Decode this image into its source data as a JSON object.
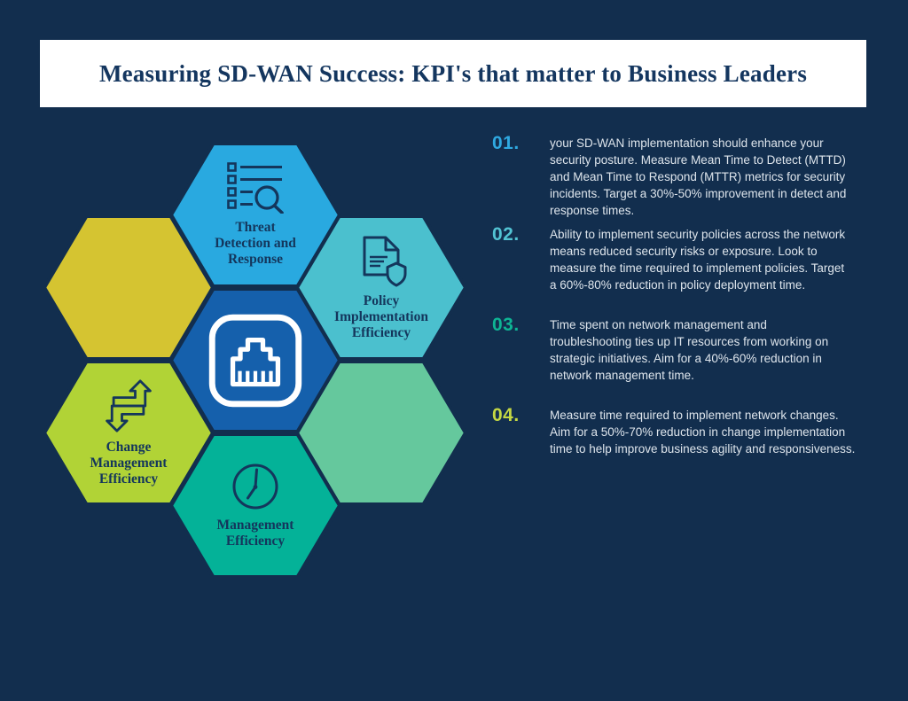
{
  "page": {
    "background_color": "#122E4E",
    "title": "Measuring SD-WAN Success: KPI's that matter to Business Leaders",
    "title_color": "#14365F"
  },
  "hexagons": [
    {
      "id": "threat",
      "label": "Threat\nDetection and\nResponse",
      "color": "#29A9E0",
      "icon": "checklist-search-icon"
    },
    {
      "id": "policy",
      "label": "Policy\nImplementation\nEfficiency",
      "color": "#4BC0CE",
      "icon": "document-shield-icon"
    },
    {
      "id": "gold-blank",
      "label": "",
      "color": "#D5C431",
      "icon": ""
    },
    {
      "id": "network",
      "label": "",
      "color": "#1560AC",
      "icon": "ethernet-port-icon"
    },
    {
      "id": "change",
      "label": "Change\nManagement\nEfficiency",
      "color": "#B1D336",
      "icon": "swap-arrows-icon"
    },
    {
      "id": "management",
      "label": "Management\nEfficiency",
      "color": "#04B298",
      "icon": "clock-icon"
    },
    {
      "id": "seafoam-blank",
      "label": "",
      "color": "#65C89D",
      "icon": ""
    }
  ],
  "kpi_items": [
    {
      "number": "01.",
      "number_color": "#2FA9E1",
      "text": "your SD-WAN implementation should enhance your\nsecurity posture. Measure Mean Time to Detect (MTTD)\nand Mean Time to Respond (MTTR) metrics for security\nincidents. Target a 30%-50% improvement in detect and\nresponse times."
    },
    {
      "number": "02.",
      "number_color": "#52C3D3",
      "text": "Ability to implement security policies across the network\nmeans reduced security risks or exposure. Look to\nmeasure the time required to implement policies. Target\na 60%-80% reduction in policy deployment time."
    },
    {
      "number": "03.",
      "number_color": "#0EB494",
      "text": "Time spent on network management and\ntroubleshooting ties up IT resources from working on\nstrategic initiatives.  Aim for a 40%-60% reduction in\nnetwork management time."
    },
    {
      "number": "04.",
      "number_color": "#C4D743",
      "text": "Measure time required to implement network changes.\nAim for a 50%-70% reduction in change implementation\ntime to help improve business agility and responsiveness."
    }
  ]
}
